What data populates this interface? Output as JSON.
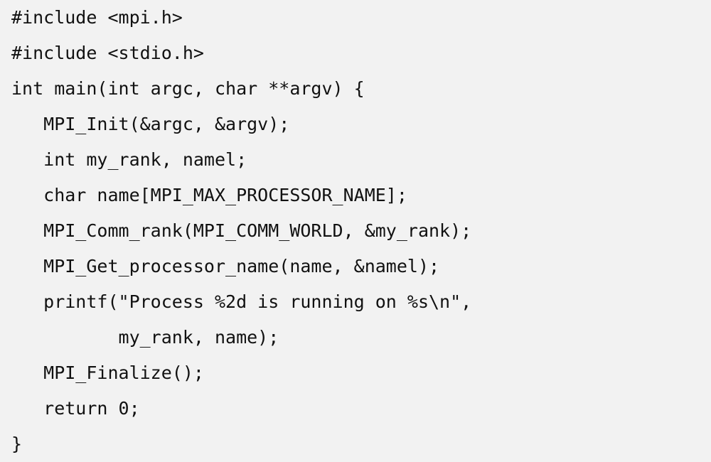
{
  "code": {
    "language": "C",
    "lines": [
      "#include <mpi.h>",
      "#include <stdio.h>",
      "int main(int argc, char **argv) {",
      "   MPI_Init(&argc, &argv);",
      "   int my_rank, namel;",
      "   char name[MPI_MAX_PROCESSOR_NAME];",
      "   MPI_Comm_rank(MPI_COMM_WORLD, &my_rank);",
      "   MPI_Get_processor_name(name, &namel);",
      "   printf(\"Process %2d is running on %s\\n\",",
      "          my_rank, name);",
      "   MPI_Finalize();",
      "   return 0;",
      "}"
    ]
  },
  "colors": {
    "background": "#f2f2f2",
    "text": "#111111"
  }
}
